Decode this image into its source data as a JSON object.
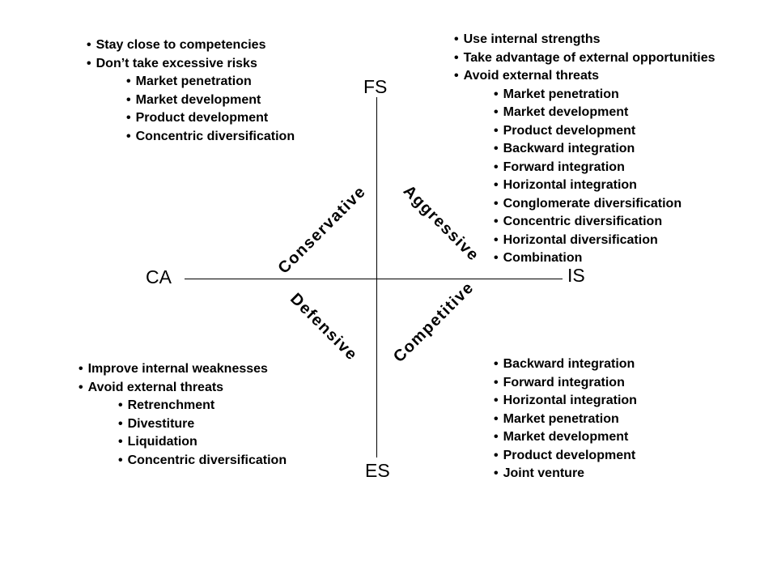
{
  "axes": {
    "top": "FS",
    "bottom": "ES",
    "left": "CA",
    "right": "IS"
  },
  "quadrants": {
    "conservative": "Conservative",
    "aggressive": "Aggressive",
    "defensive": "Defensive",
    "competitive": "Competitive"
  },
  "lists": {
    "conservative": {
      "main": [
        "Stay close to competencies",
        "Don’t take excessive risks"
      ],
      "sub": [
        "Market penetration",
        "Market development",
        "Product development",
        "Concentric diversification"
      ]
    },
    "aggressive": {
      "main": [
        "Use internal strengths",
        "Take advantage of external opportunities",
        "Avoid external threats"
      ],
      "sub": [
        "Market penetration",
        "Market development",
        "Product development",
        "Backward integration",
        "Forward integration",
        "Horizontal integration",
        "Conglomerate diversification",
        "Concentric diversification",
        "Horizontal diversification",
        "Combination"
      ]
    },
    "defensive": {
      "main": [
        "Improve internal weaknesses",
        "Avoid external threats"
      ],
      "sub": [
        "Retrenchment",
        "Divestiture",
        "Liquidation",
        "Concentric diversification"
      ]
    },
    "competitive": {
      "main": [],
      "sub": [
        "Backward integration",
        "Forward integration",
        "Horizontal integration",
        "Market penetration",
        "Market development",
        "Product development",
        "Joint venture"
      ]
    }
  }
}
